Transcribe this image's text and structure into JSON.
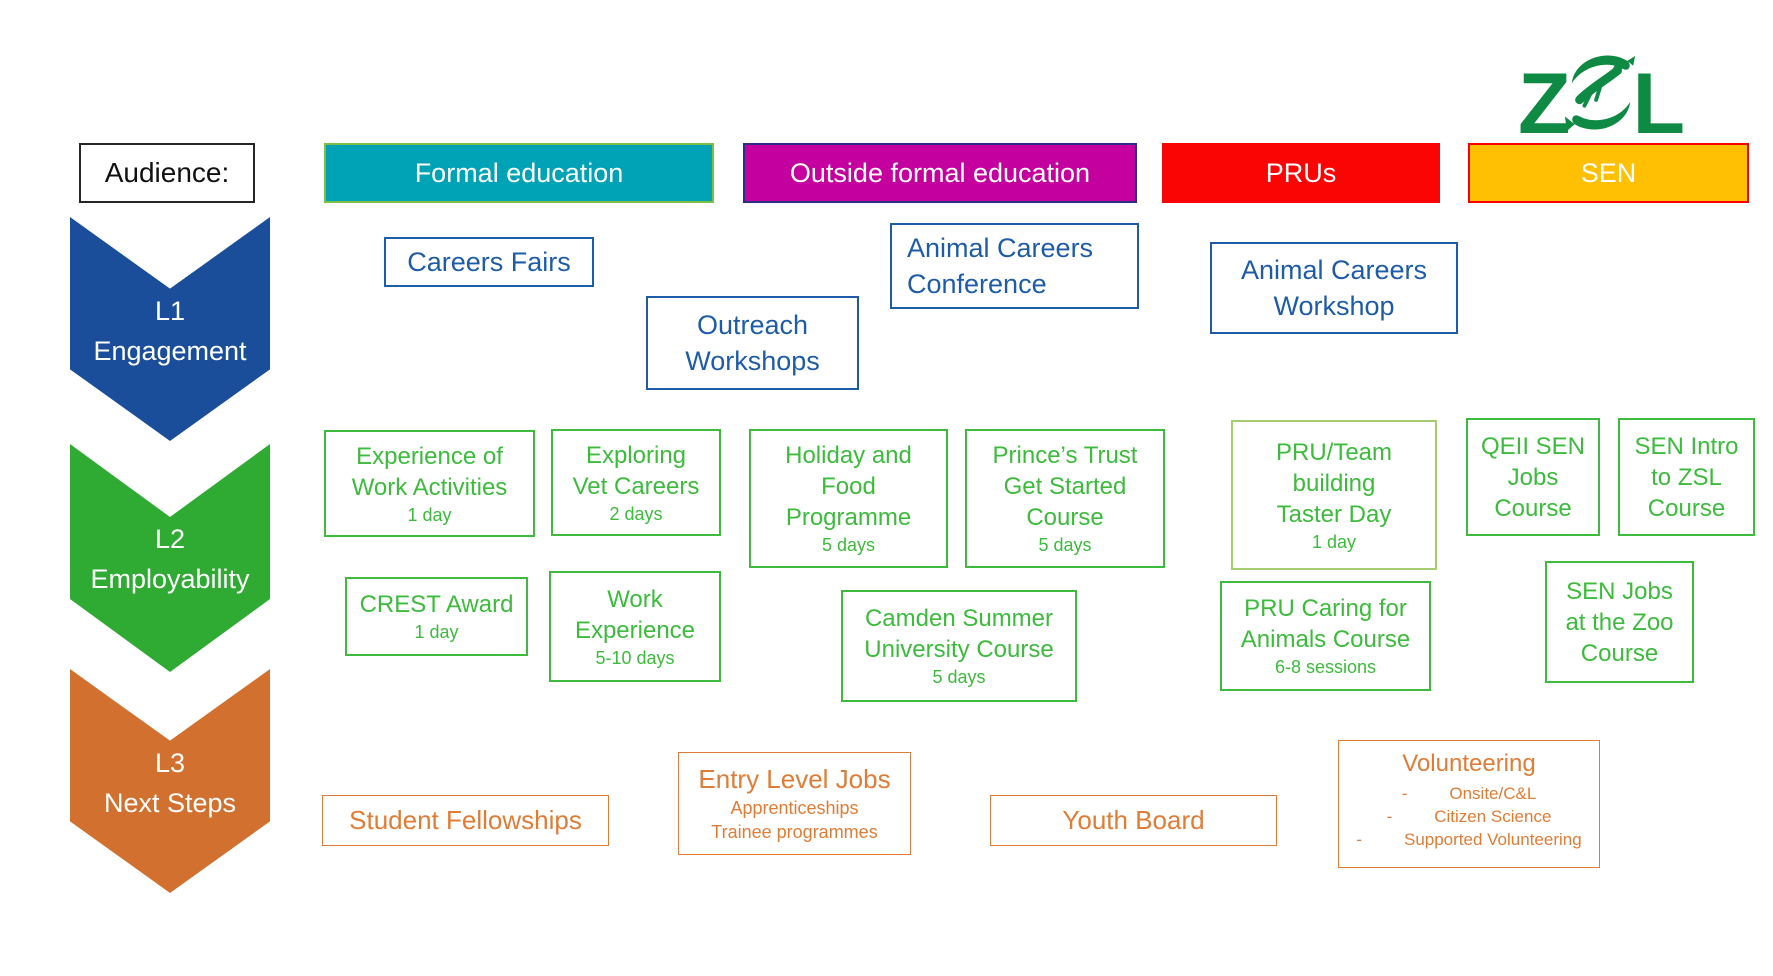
{
  "header": {
    "audience_label": "Audience:",
    "columns": [
      {
        "label": "Formal education"
      },
      {
        "label": "Outside formal education"
      },
      {
        "label": "PRUs"
      },
      {
        "label": "SEN"
      }
    ]
  },
  "logo": {
    "z": "Z",
    "s": "S",
    "l": "L",
    "name": "ZSL"
  },
  "levels": [
    {
      "line1": "L1",
      "line2": "Engagement"
    },
    {
      "line1": "L2",
      "line2": "Employability"
    },
    {
      "line1": "L3",
      "line2": "Next Steps"
    }
  ],
  "boxes": {
    "careers_fairs": {
      "title": "Careers Fairs"
    },
    "outreach_workshops": {
      "title": "Outreach\nWorkshops"
    },
    "animal_careers_conference": {
      "title": "Animal Careers\nConference"
    },
    "animal_careers_workshop": {
      "title": "Animal Careers\nWorkshop"
    },
    "experience_of_work": {
      "title": "Experience of\nWork Activities",
      "sub": "1 day"
    },
    "exploring_vet_careers": {
      "title": "Exploring\nVet Careers",
      "sub": "2 days"
    },
    "holiday_food": {
      "title": "Holiday and\nFood\nProgramme",
      "sub": "5 days"
    },
    "princes_trust": {
      "title": "Prince’s Trust\nGet Started\nCourse",
      "sub": "5 days"
    },
    "pru_team_taster": {
      "title": "PRU/Team\nbuilding\nTaster Day",
      "sub": "1 day"
    },
    "qeii_sen_jobs": {
      "title": "QEII SEN\nJobs\nCourse"
    },
    "sen_intro_zsl": {
      "title": "SEN Intro\nto ZSL\nCourse"
    },
    "crest_award": {
      "title": "CREST Award",
      "sub": "1 day"
    },
    "work_experience": {
      "title": "Work\nExperience",
      "sub": "5-10 days"
    },
    "camden_summer": {
      "title": "Camden Summer\nUniversity Course",
      "sub": "5 days"
    },
    "pru_caring_animals": {
      "title": "PRU Caring for\nAnimals Course",
      "sub": "6-8 sessions"
    },
    "sen_jobs_zoo": {
      "title": "SEN Jobs\nat the Zoo\nCourse"
    },
    "student_fellowships": {
      "title": "Student Fellowships"
    },
    "entry_level_jobs": {
      "title": "Entry Level Jobs",
      "sub": "Apprenticeships\nTrainee programmes"
    },
    "youth_board": {
      "title": "Youth Board"
    },
    "volunteering": {
      "title": "Volunteering",
      "bullet_dash": "-",
      "bullets": [
        "Onsite/C&L",
        "Citizen Science",
        "Supported Volunteering"
      ]
    }
  },
  "colors": {
    "formal_education_bg": "#00a3b5",
    "formal_education_border": "#7cbf44",
    "outside_formal_bg": "#c4019e",
    "outside_formal_border": "#2d2d86",
    "prus_bg": "#fb0404",
    "sen_bg": "#ffc003",
    "sen_border": "#f90000",
    "level1_chevron": "#1b4e9a",
    "level2_chevron": "#2fab34",
    "level3_chevron": "#d1702f",
    "l1_box": "#1f5ca8",
    "l2_box": "#3cbb3c",
    "l2_box_light_border": "#a5cc70",
    "l3_box": "#df7c36",
    "zsl_green": "#0e8a44"
  }
}
